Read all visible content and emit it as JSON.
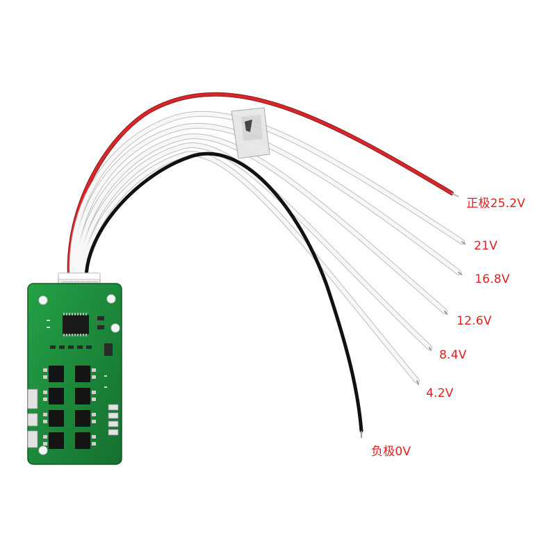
{
  "labels": {
    "positive": "正极25.2V",
    "v21": "21V",
    "v168": "16.8V",
    "v126": "12.6V",
    "v84": "8.4V",
    "v42": "4.2V",
    "negative": "负极0V"
  },
  "colors": {
    "background": "#ffffff",
    "label_text": "#e0201e",
    "red_wire": "#d8262a",
    "black_wire": "#1a1a1a",
    "white_wire": "#f4f4f4",
    "pcb": "#1e8a3c"
  }
}
